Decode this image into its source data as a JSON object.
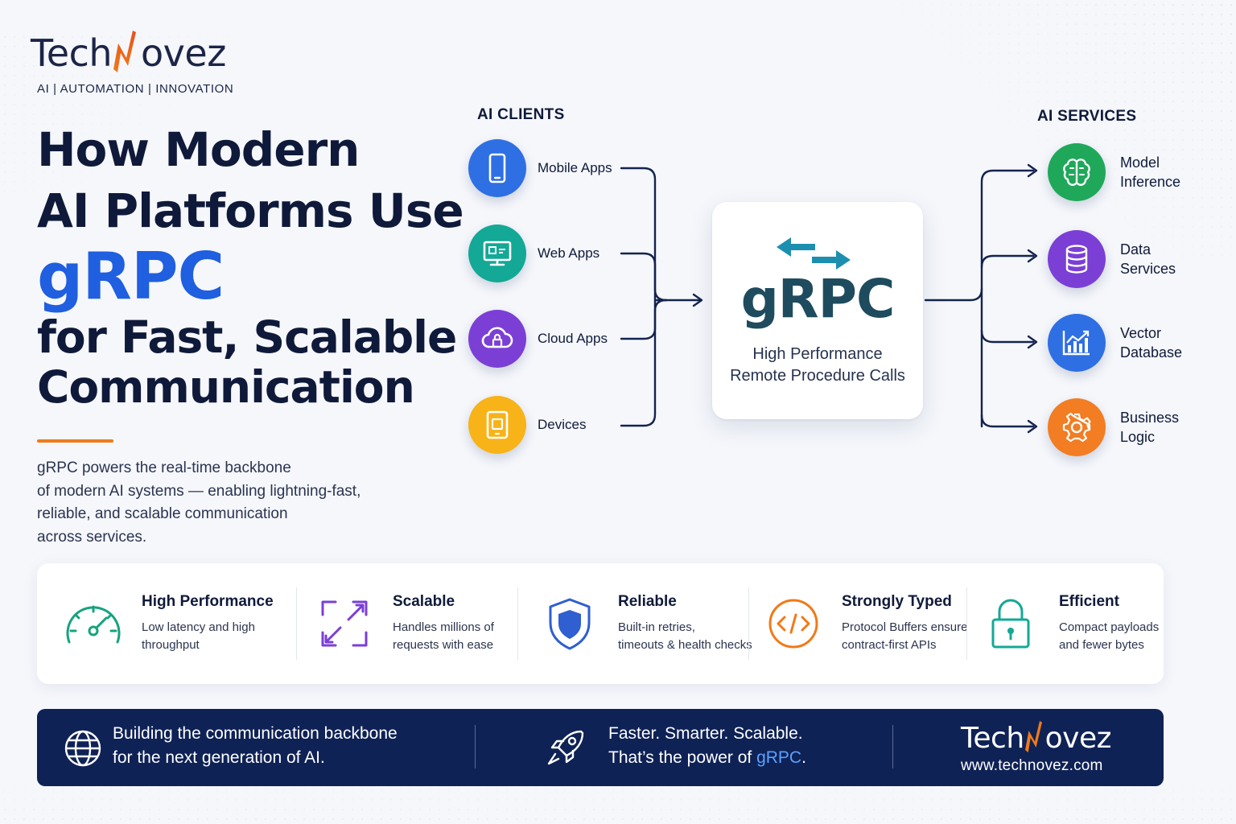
{
  "brand": {
    "logo_prefix": "Tech",
    "logo_suffix": "ovez",
    "tagline": "AI | AUTOMATION | INNOVATION",
    "colors": {
      "navy": "#1c2547",
      "orange": "#f07a1a",
      "blue": "#1f5fe0"
    }
  },
  "headline": {
    "line1": "How Modern",
    "line2": "AI Platforms Use",
    "line3": "gRPC",
    "line4": "for Fast, Scalable",
    "line5": "Communication"
  },
  "intro": {
    "line1": "gRPC powers the real-time backbone",
    "line2": "of modern AI systems — enabling lightning-fast,",
    "line3": "reliable, and scalable communication",
    "line4": "across services."
  },
  "diagram": {
    "clients_title": "AI CLIENTS",
    "services_title": "AI SERVICES",
    "clients": [
      {
        "label": "Mobile Apps",
        "icon": "mobile-phone-icon",
        "color": "#2f6fe4"
      },
      {
        "label": "Web Apps",
        "icon": "monitor-icon",
        "color": "#14a896"
      },
      {
        "label": "Cloud Apps",
        "icon": "cloud-icon",
        "color": "#7b3fd6"
      },
      {
        "label": "Devices",
        "icon": "tablet-device-icon",
        "color": "#f7b318"
      }
    ],
    "services": [
      {
        "label_line1": "Model",
        "label_line2": "Inference",
        "icon": "brain-icon",
        "color": "#1fa85a"
      },
      {
        "label_line1": "Data",
        "label_line2": "Services",
        "icon": "database-icon",
        "color": "#7b3fd6"
      },
      {
        "label_line1": "Vector",
        "label_line2": "Database",
        "icon": "chart-icon",
        "color": "#2f6fe4"
      },
      {
        "label_line1": "Business",
        "label_line2": "Logic",
        "icon": "gear-icon",
        "color": "#f27d22"
      }
    ],
    "center": {
      "title": "gRPC",
      "subtitle_line1": "High Performance",
      "subtitle_line2": "Remote Procedure Calls"
    }
  },
  "features": [
    {
      "title": "High Performance",
      "desc_line1": "Low latency and high",
      "desc_line2": "throughput",
      "icon": "speedometer-icon"
    },
    {
      "title": "Scalable",
      "desc_line1": "Handles millions of",
      "desc_line2": "requests with ease",
      "icon": "expand-arrows-icon"
    },
    {
      "title": "Reliable",
      "desc_line1": "Built-in retries,",
      "desc_line2": "timeouts & health checks",
      "icon": "shield-icon"
    },
    {
      "title": "Strongly Typed",
      "desc_line1": "Protocol Buffers ensure",
      "desc_line2": "contract-first APIs",
      "icon": "code-icon"
    },
    {
      "title": "Efficient",
      "desc_line1": "Compact payloads",
      "desc_line2": "and fewer bytes",
      "icon": "padlock-icon"
    }
  ],
  "banner": {
    "left_line1": "Building the communication backbone",
    "left_line2": "for the next generation of AI.",
    "mid_line1": "Faster. Smarter. Scalable.",
    "mid_line2_prefix": "That’s the power of ",
    "mid_line2_highlight": "gRPC",
    "mid_line2_suffix": ".",
    "url": "www.technovez.com"
  }
}
